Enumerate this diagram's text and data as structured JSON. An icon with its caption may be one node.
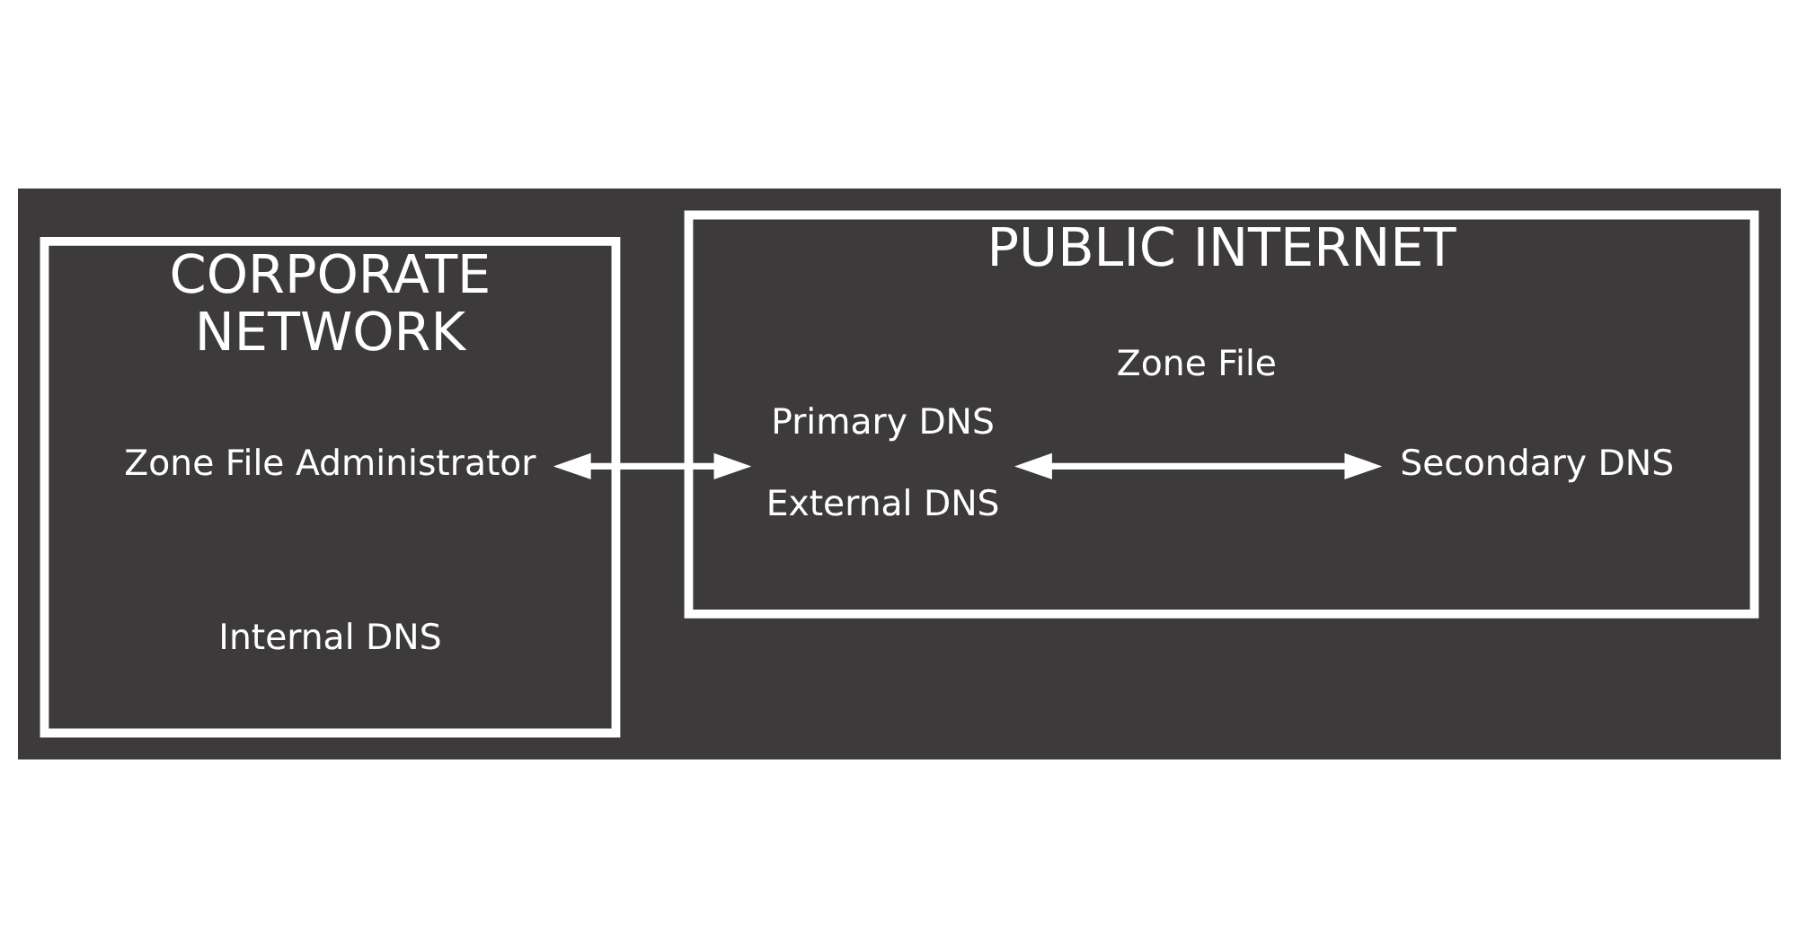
{
  "diagram": {
    "nodes": [
      {
        "text": [
          "CORPORATE NETWORK"
        ]
      },
      {
        "text": [
          "Zone File Administrator"
        ],
        "in": 0
      },
      {
        "text": [
          "Internal DNS"
        ],
        "in": 0
      },
      {
        "text": [
          "PUBLIC INTERNET"
        ]
      },
      {
        "text": [
          "Primary DNS",
          "External DNS"
        ],
        "in": 3
      },
      {
        "text": [
          "Secondary DNS"
        ],
        "in": 3
      }
    ],
    "edges": [
      {
        "from": 1,
        "to": 4,
        "arrow": "both"
      },
      {
        "from": 4,
        "to": 5,
        "arrow": "both",
        "label": "Zone File"
      }
    ]
  }
}
